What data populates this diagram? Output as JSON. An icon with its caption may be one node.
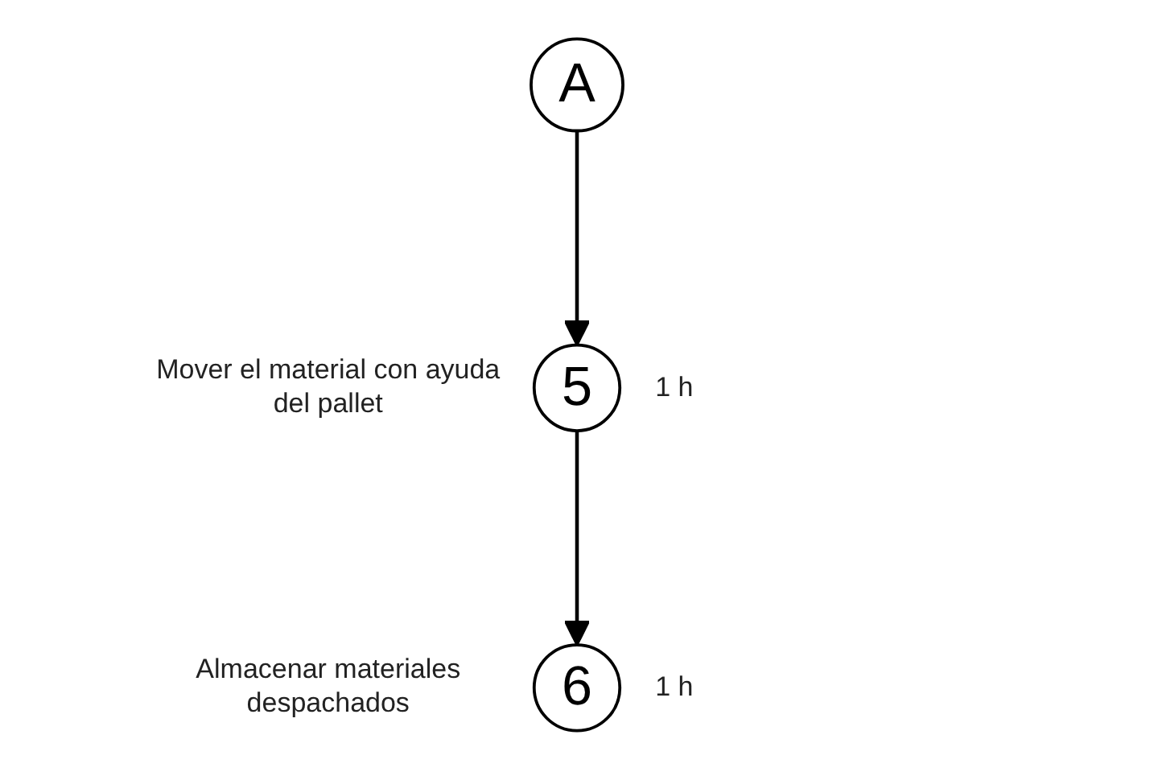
{
  "diagram": {
    "nodes": [
      {
        "text": [
          "A"
        ]
      },
      {
        "text": [
          "5"
        ],
        "beside": [
          "Mover el material con ayuda del pallet",
          "1 h"
        ]
      },
      {
        "text": [
          "6"
        ],
        "beside": [
          "Almacenar materiales despachados",
          "1 h"
        ]
      }
    ],
    "edges": [
      {
        "from": 0,
        "to": 1,
        "arrow": "to"
      },
      {
        "from": 1,
        "to": 2,
        "arrow": "to"
      }
    ]
  }
}
